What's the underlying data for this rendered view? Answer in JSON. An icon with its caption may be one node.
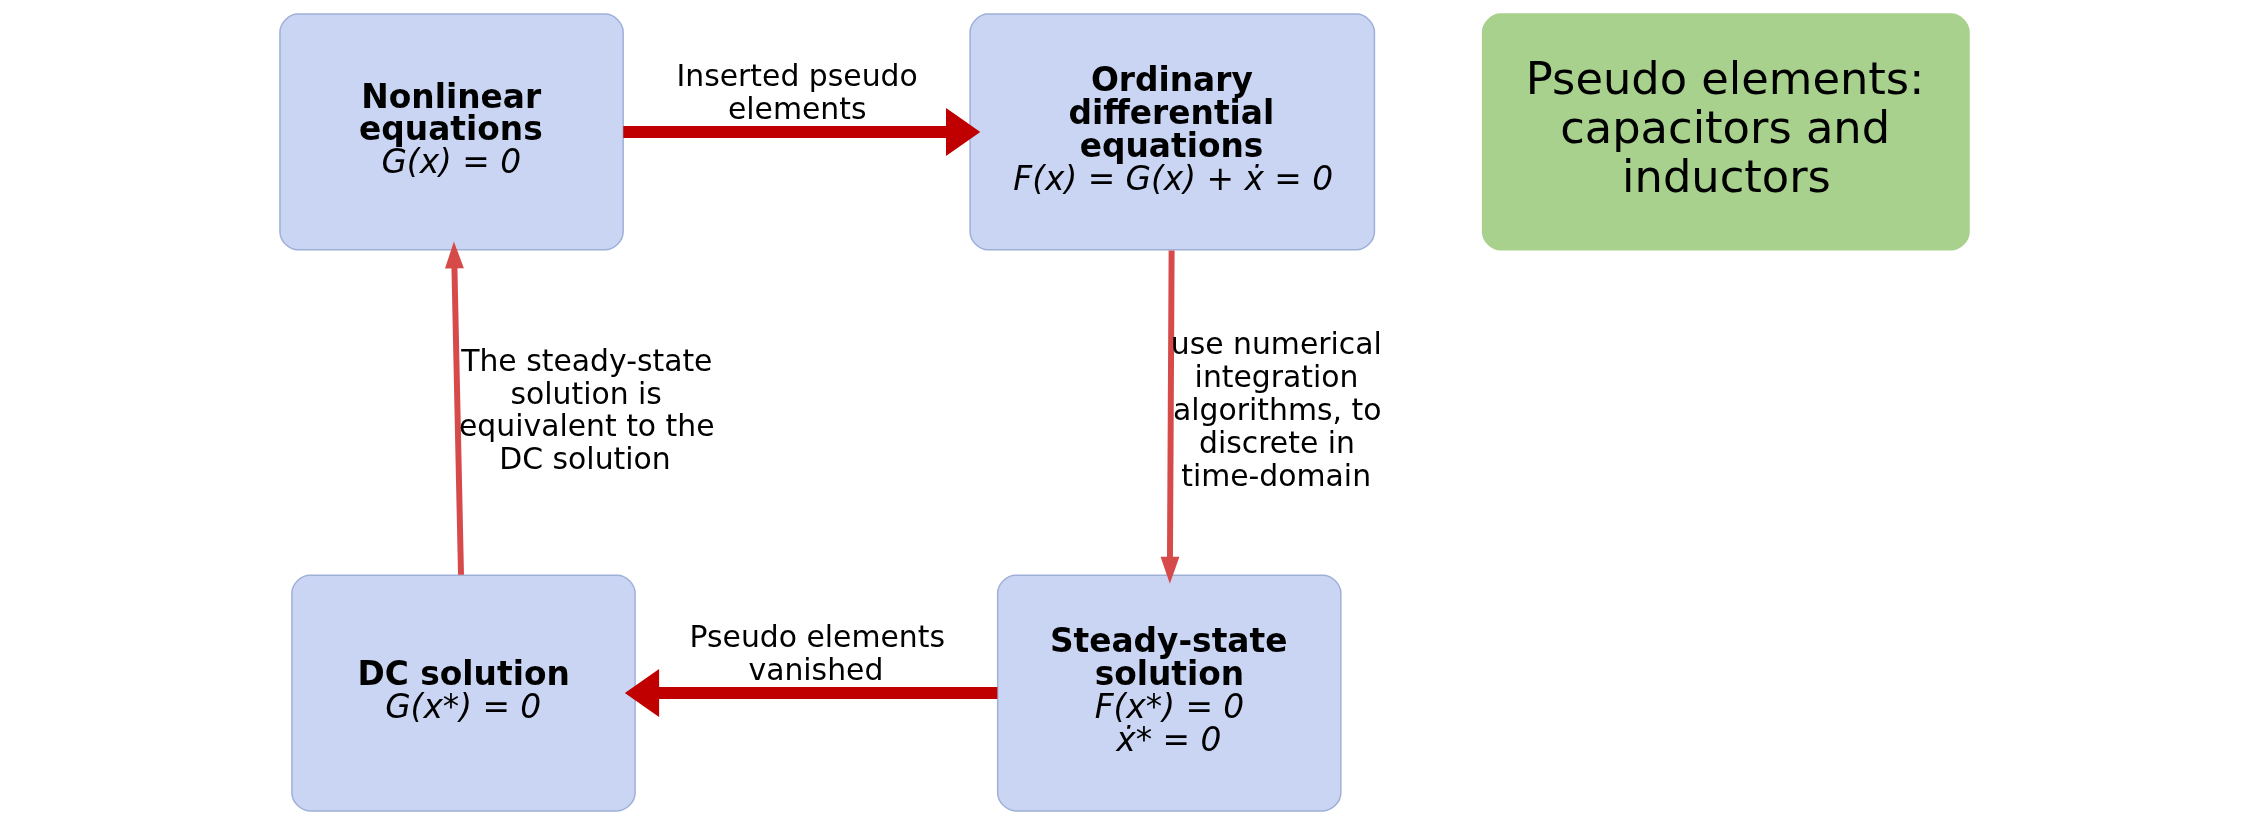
{
  "diagram": {
    "nodes": [
      {
        "text": [
          "Nonlinear equations",
          "G(x) = 0"
        ]
      },
      {
        "text": [
          "Ordinary differential equations",
          "F(x) = G(x) + ẋ = 0"
        ]
      },
      {
        "text": [
          "Steady-state solution",
          "F(x*) = 0",
          "ẋ* = 0"
        ]
      },
      {
        "text": [
          "DC solution",
          "G(x*) = 0"
        ]
      },
      {
        "text": [
          "Pseudo elements: capacitors and inductors"
        ]
      }
    ],
    "edges": [
      {
        "from": 0,
        "to": 1,
        "arrow": "to",
        "label": "Inserted pseudo elements",
        "style": "thick",
        "color": "#c00000"
      },
      {
        "from": 1,
        "to": 2,
        "arrow": "to",
        "label": "use numerical integration algorithms, to discrete in time-domain",
        "color": "#d64a4a"
      },
      {
        "from": 2,
        "to": 3,
        "arrow": "to",
        "label": "Pseudo elements vanished",
        "style": "thick",
        "color": "#c00000"
      },
      {
        "from": 3,
        "to": 0,
        "arrow": "to",
        "label": "The steady-state solution is equivalent to the DC solution",
        "color": "#d64a4a"
      }
    ]
  }
}
